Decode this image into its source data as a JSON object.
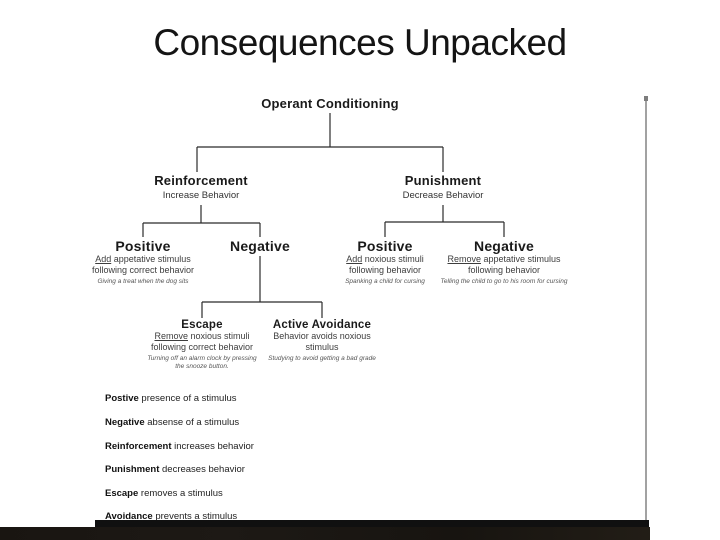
{
  "slide": {
    "title": "Consequences Unpacked"
  },
  "diagram": {
    "root": {
      "label": "Operant Conditioning"
    },
    "reinforcement": {
      "label": "Reinforcement",
      "sublabel": "Increase Behavior"
    },
    "punishment": {
      "label": "Punishment",
      "sublabel": "Decrease Behavior"
    },
    "r_positive": {
      "label": "Positive",
      "keyword": "Add",
      "line1_rest": " appetative stimulus",
      "line2": "following correct behavior",
      "example": "Giving a treat when the dog sits"
    },
    "r_negative": {
      "label": "Negative"
    },
    "p_positive": {
      "label": "Positive",
      "keyword": "Add",
      "line1_rest": " noxious stimuli",
      "line2": "following behavior",
      "example": "Spanking a child for cursing"
    },
    "p_negative": {
      "label": "Negative",
      "keyword": "Remove",
      "line1_rest": " appetative stimulus",
      "line2": "following behavior",
      "example": "Telling the child to go to his room for cursing"
    },
    "escape": {
      "label": "Escape",
      "keyword": "Remove",
      "line1_rest": " noxious stimuli",
      "line2": "following correct behavior",
      "example": "Turning off an alarm clock by pressing the snooze button."
    },
    "avoidance": {
      "label": "Active Avoidance",
      "line1": "Behavior avoids noxious",
      "line2": "stimulus",
      "example": "Studying to avoid getting a bad grade"
    }
  },
  "definitions": {
    "items": [
      {
        "term": "Postive",
        "rest": " presence of a stimulus"
      },
      {
        "term": "Negative",
        "rest": " absense of a stimulus"
      },
      {
        "term": "Reinforcement",
        "rest": " increases behavior"
      },
      {
        "term": "Punishment",
        "rest": " decreases behavior"
      },
      {
        "term": "Escape",
        "rest": " removes a stimulus"
      },
      {
        "term": "Avoidance",
        "rest": " prevents a stimulus"
      }
    ]
  },
  "colors": {
    "text": "#1a1a1a",
    "connector_line": "#2b2b2b",
    "example_text": "#555555",
    "photo_edge": "#191511",
    "right_border": "#a2a2a2"
  }
}
